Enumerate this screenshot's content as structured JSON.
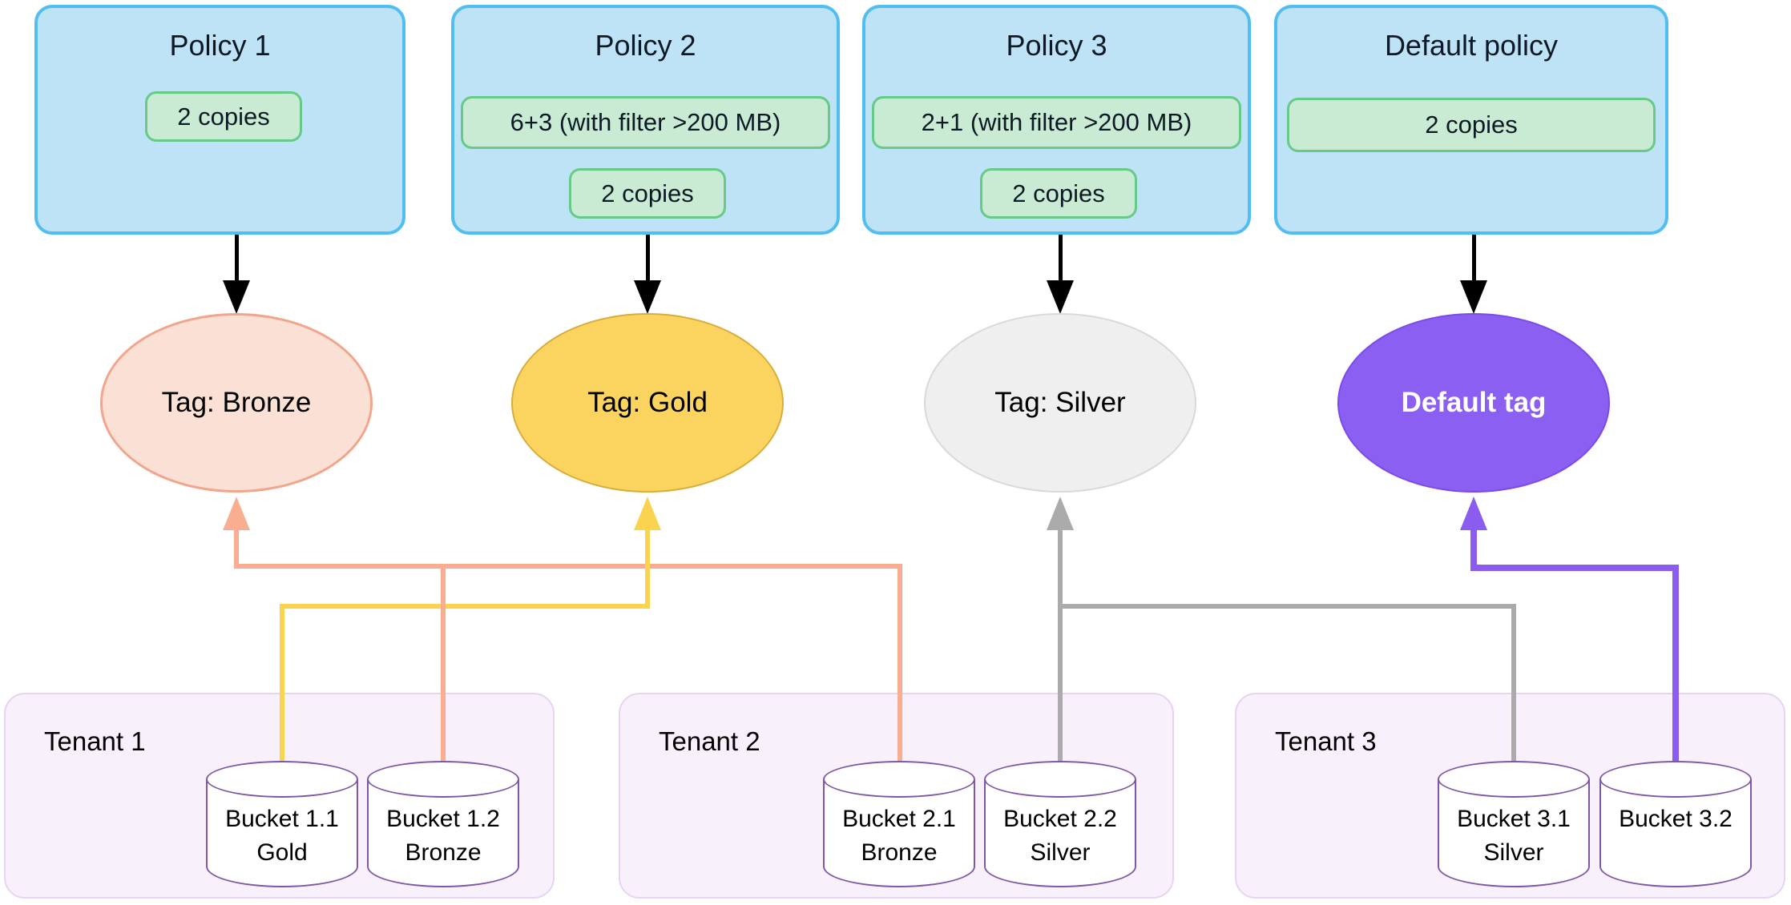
{
  "policies": [
    {
      "title": "Policy 1",
      "rules": [
        "2 copies"
      ]
    },
    {
      "title": "Policy 2",
      "rules": [
        "6+3 (with filter >200 MB)",
        "2 copies"
      ]
    },
    {
      "title": "Policy 3",
      "rules": [
        "2+1 (with filter >200 MB)",
        "2 copies"
      ]
    },
    {
      "title": "Default policy",
      "rules": [
        "2 copies"
      ]
    }
  ],
  "tags": [
    {
      "label": "Tag: Bronze",
      "fill": "#fbe0d6",
      "border": "#f2a58c",
      "connector_color": "#f9ae92"
    },
    {
      "label": "Tag: Gold",
      "fill": "#fbd45f",
      "border": "#d9ad3c",
      "connector_color": "#fad44f"
    },
    {
      "label": "Tag: Silver",
      "fill": "#efefef",
      "border": "#d9d9d9",
      "connector_color": "#ababab"
    },
    {
      "label": "Default tag",
      "fill": "#8a5ff2",
      "border": "#7c4ae8",
      "connector_color": "#8a5cf0"
    }
  ],
  "tenants": [
    {
      "title": "Tenant 1",
      "buckets": [
        {
          "name": "Bucket 1.1",
          "tag": "Gold"
        },
        {
          "name": "Bucket 1.2",
          "tag": "Bronze"
        }
      ]
    },
    {
      "title": "Tenant 2",
      "buckets": [
        {
          "name": "Bucket 2.1",
          "tag": "Bronze"
        },
        {
          "name": "Bucket 2.2",
          "tag": "Silver"
        }
      ]
    },
    {
      "title": "Tenant 3",
      "buckets": [
        {
          "name": "Bucket 3.1",
          "tag": "Silver"
        },
        {
          "name": "Bucket 3.2",
          "tag": ""
        }
      ]
    }
  ],
  "colors": {
    "policy_fill": "#bee3f7",
    "policy_border": "#51bdf0",
    "rule_fill": "#c9ebd4",
    "rule_border": "#67ca88",
    "tenant_fill": "#f8f1fc",
    "tenant_border": "#e6d4f2",
    "bucket_border": "#7e57a8",
    "arrow_black": "#000000"
  }
}
